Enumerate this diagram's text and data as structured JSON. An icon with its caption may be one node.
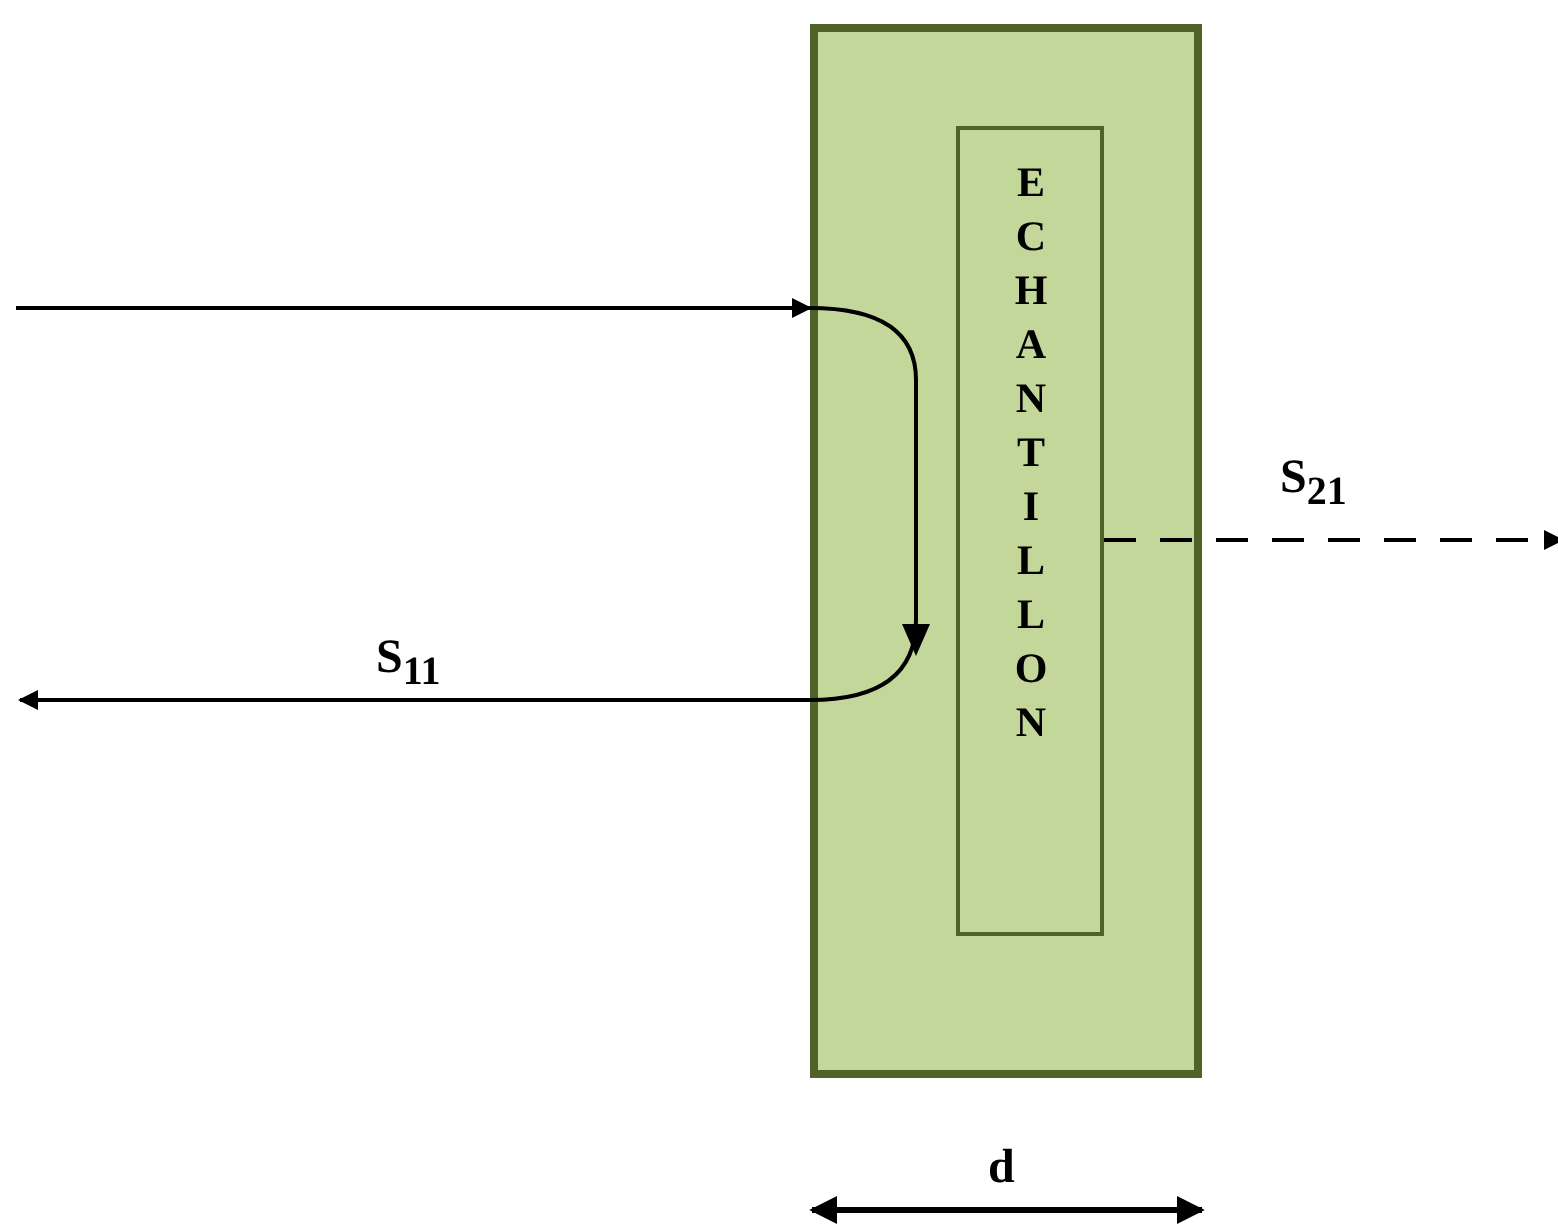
{
  "diagram": {
    "nodes": [
      {
        "text": [],
        "shape": "box"
      },
      {
        "text": [
          "ECHANTILLON"
        ],
        "in": 0
      }
    ],
    "edges": [
      {
        "from": null,
        "to": 0,
        "arrow": "to"
      },
      {
        "from": 0,
        "to": null,
        "arrow": "to",
        "label": "S$_{11}$"
      },
      {
        "from": 1,
        "to": null,
        "arrow": "to",
        "style": "dashed",
        "label": "S$_{21}$"
      }
    ],
    "labels": [
      "d"
    ]
  }
}
